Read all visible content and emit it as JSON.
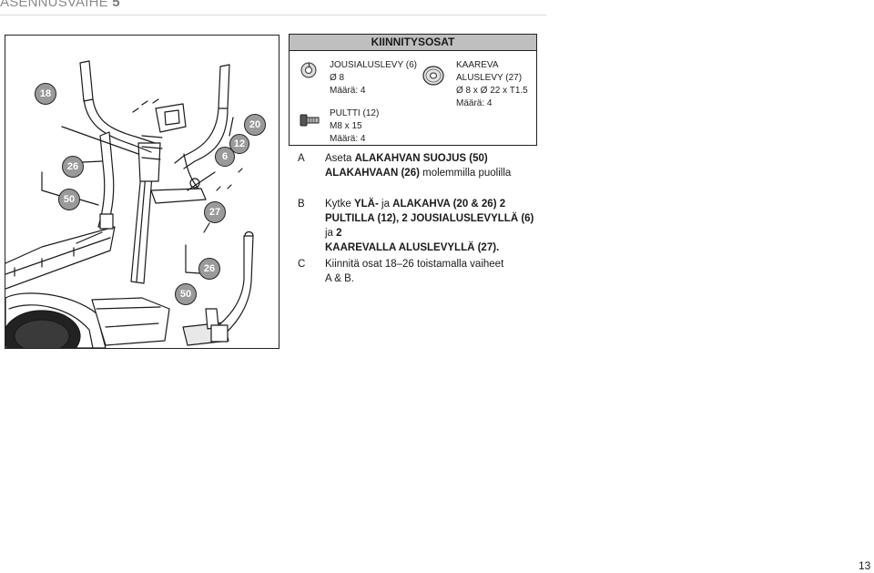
{
  "header": {
    "prefix": "ASENNUSVAIHE",
    "number": "5"
  },
  "parts": {
    "title": "KIINNITYSOSAT",
    "items": [
      {
        "name": "JOUSIALUSLEVY (6)",
        "size": "Ø 8",
        "qty": "Määrä: 4"
      },
      {
        "name": "PULTTI (12)",
        "size": "M8 x 15",
        "qty": "Määrä: 4"
      },
      {
        "name": "KAAREVA",
        "name2": "ALUSLEVY (27)",
        "size": "Ø 8 x Ø 22 x T1.5",
        "qty": "Määrä: 4"
      }
    ]
  },
  "steps": [
    {
      "letter": "A",
      "l1a": "Aseta ",
      "l1b": "ALAKAHVAN SUOJUS (50)",
      "l2a": "ALAKAHVAAN (26)",
      "l2b": " molemmilla puolilla"
    },
    {
      "letter": "B",
      "l1a": "Kytke ",
      "l1b": "YLÄ-",
      "l1c": " ja ",
      "l1d": "ALAKAHVA (20 & 26)  2",
      "l2a": "PULTILLA (12), 2 JOUSIALUSLEVYLLÄ (6)",
      "l2b": " ja ",
      "l2c": "2",
      "l3": "KAAREVALLA ALUSLEVYLLÄ (27)."
    },
    {
      "letter": "C",
      "l1": "Kiinnitä osat 18–26 toistamalla vaiheet",
      "l2": "A & B."
    }
  ],
  "callouts": [
    "18",
    "20",
    "12",
    "6",
    "26",
    "50",
    "27",
    "26",
    "50"
  ],
  "page_number": "13"
}
